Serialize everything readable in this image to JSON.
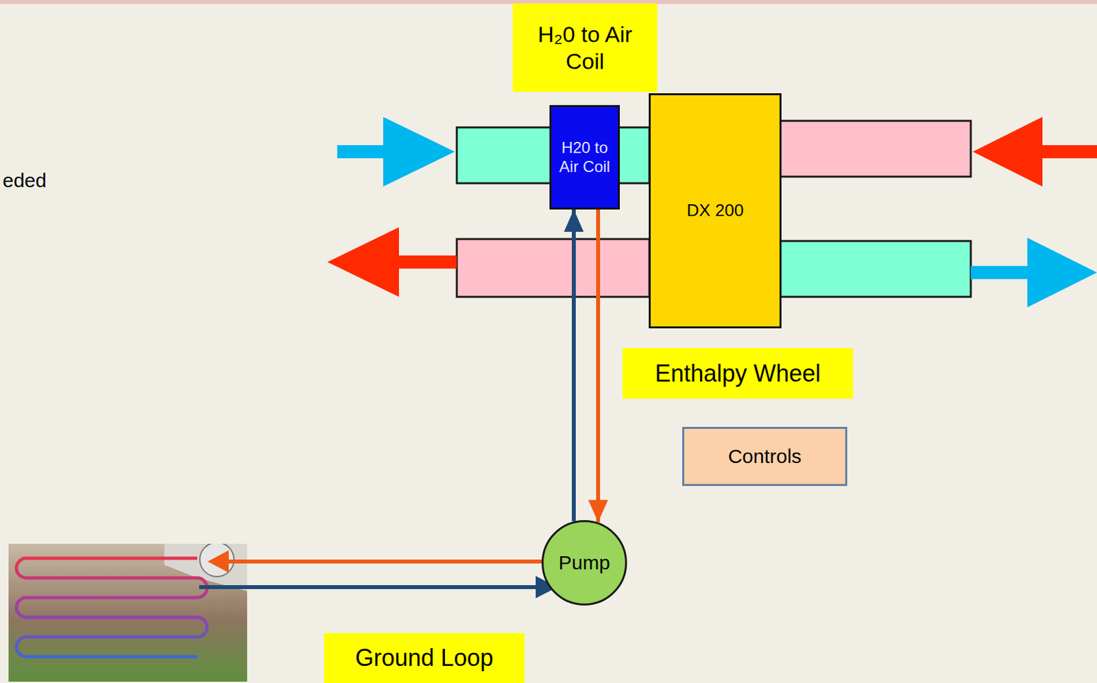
{
  "diagram": {
    "nodes": [
      {
        "text": [
          "H₂0 to Air Coil"
        ]
      },
      {
        "text": [
          "H20 to Air Coil"
        ]
      },
      {
        "text": [
          "DX 200"
        ]
      },
      {
        "text": [
          "Enthalpy Wheel"
        ]
      },
      {
        "text": [
          "Controls"
        ]
      },
      {
        "text": [
          "Pump"
        ]
      },
      {
        "text": [
          "Ground Loop"
        ]
      }
    ],
    "edges": [
      {
        "from": 5,
        "to": 1,
        "arrow": "to"
      },
      {
        "from": 1,
        "to": 5,
        "arrow": "to"
      }
    ],
    "labels": [
      "eded"
    ]
  }
}
